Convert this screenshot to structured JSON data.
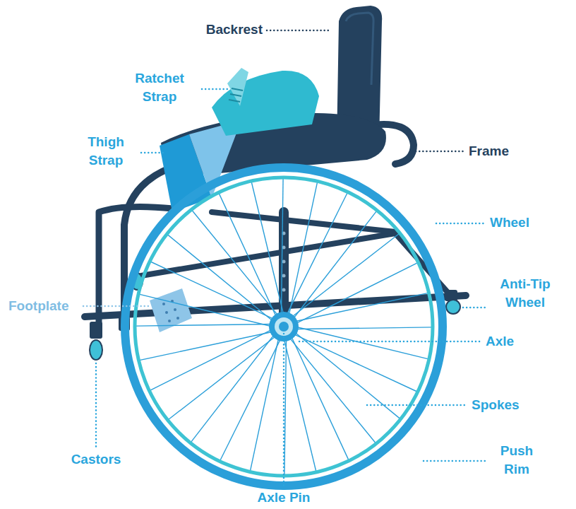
{
  "diagram": {
    "labels": [
      "Backrest",
      "Ratchet Strap",
      "Thigh Strap",
      "Frame",
      "Wheel",
      "Footplate",
      "Anti-Tip Wheel",
      "Axle",
      "Spokes",
      "Castors",
      "Push Rim",
      "Axle Pin"
    ]
  }
}
